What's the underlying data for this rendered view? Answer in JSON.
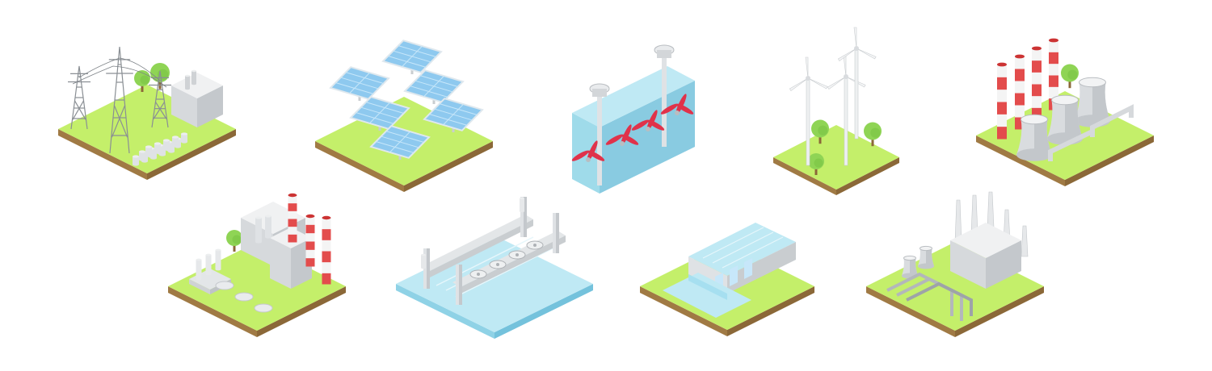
{
  "palette": {
    "grass_top": "#c4ef6a",
    "grass_edge": "#a6d64e",
    "soil": "#a07a44",
    "soil_dark": "#8b6838",
    "water_top": "#bfe9f4",
    "water_side": "#8fd2e6",
    "water_deep": "#74c2dc",
    "panel_blue": "#8ec9ef",
    "panel_light": "#c7e7fa",
    "metal_light": "#eceeef",
    "metal_mid": "#cfd2d5",
    "metal_dark": "#aeb2b6",
    "stripe_red": "#e34c4c",
    "turbine_red": "#e0324a",
    "tree": "#8fd455",
    "tree_dark": "#76bf3f"
  },
  "tiles": [
    {
      "id": "power-line-substation",
      "icon": "power-line-substation-icon"
    },
    {
      "id": "solar-farm",
      "icon": "solar-panel-icon"
    },
    {
      "id": "tidal-power",
      "icon": "tidal-turbine-icon"
    },
    {
      "id": "wind-farm",
      "icon": "wind-turbine-icon"
    },
    {
      "id": "thermal-cooling-towers",
      "icon": "cooling-tower-icon"
    },
    {
      "id": "industrial-plant",
      "icon": "factory-icon"
    },
    {
      "id": "water-bridge-plant",
      "icon": "water-treatment-icon"
    },
    {
      "id": "hydro-dam",
      "icon": "hydro-dam-icon"
    },
    {
      "id": "pipeline-plant",
      "icon": "pipeline-icon"
    }
  ]
}
